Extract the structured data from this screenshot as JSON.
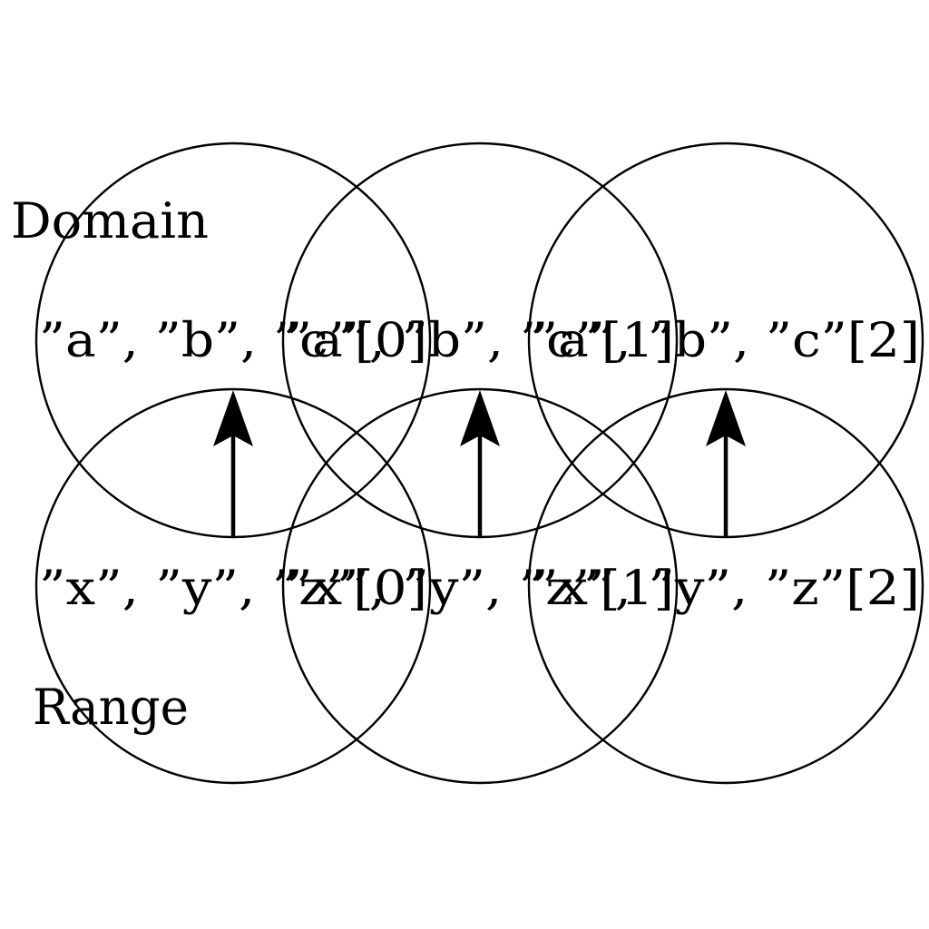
{
  "labels": {
    "domain": "Domain",
    "range": "Range"
  },
  "domain_elements": [
    "”a”, ”b”, ”c”[0]",
    "”a”, ”b”, ”c”[1]",
    "”a”, ”b”, ”c”[2]"
  ],
  "range_elements": [
    "”x”, ”y”, ”z”[0]",
    "”x”, ”y”, ”z”[1]",
    "”x”, ”y”, ”z”[2]"
  ],
  "arrows": [
    {
      "from": "range_elements.0",
      "to": "domain_elements.0"
    },
    {
      "from": "range_elements.1",
      "to": "domain_elements.1"
    },
    {
      "from": "range_elements.2",
      "to": "domain_elements.2"
    }
  ],
  "colors": {
    "stroke": "#000000",
    "background": "#ffffff"
  }
}
